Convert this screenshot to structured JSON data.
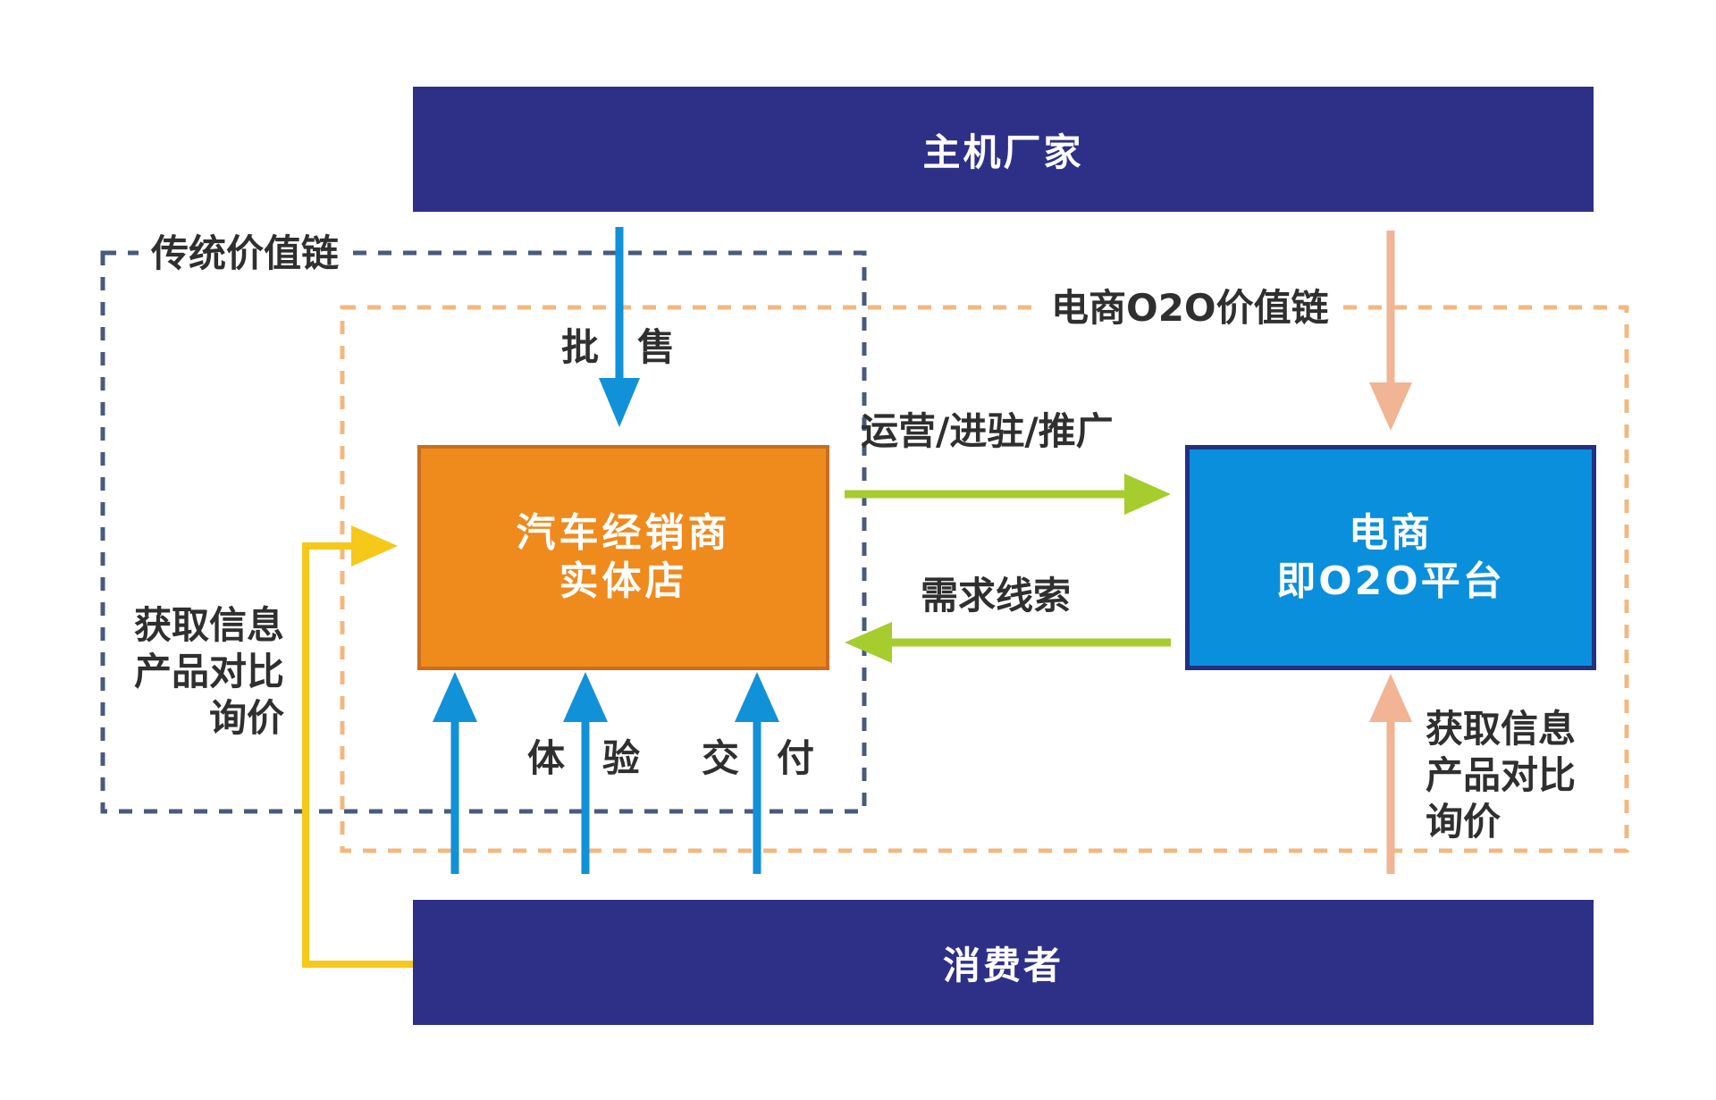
{
  "manufacturer": {
    "label": "主机厂家"
  },
  "consumer": {
    "label": "消费者"
  },
  "dealer": {
    "line1": "汽车经销商",
    "line2": "实体店"
  },
  "ecommerce": {
    "line1": "电商",
    "line2": "即O2O平台"
  },
  "traditional_chain": {
    "label": "传统价值链",
    "color": "#4a5a7c"
  },
  "o2o_chain": {
    "label": "电商O2O价值链",
    "color": "#f2b880"
  },
  "flows": {
    "wholesale_char1": "批",
    "wholesale_char2": "售",
    "operations": "运营/进驻/推广",
    "demand_leads": "需求线索",
    "experience_char1": "体",
    "experience_char2": "验",
    "delivery_char1": "交",
    "delivery_char2": "付",
    "left_info": [
      "获取信息",
      "产品对比",
      "询价"
    ],
    "right_info": [
      "获取信息",
      "产品对比",
      "询价"
    ]
  },
  "colors": {
    "navy": "#2e3087",
    "orange": "#ef8a1d",
    "blue": "#0a8fdc",
    "arrow_blue": "#1191d8",
    "arrow_green": "#a6cc2e",
    "arrow_peach": "#f1b494",
    "arrow_yellow": "#f6c81a"
  }
}
